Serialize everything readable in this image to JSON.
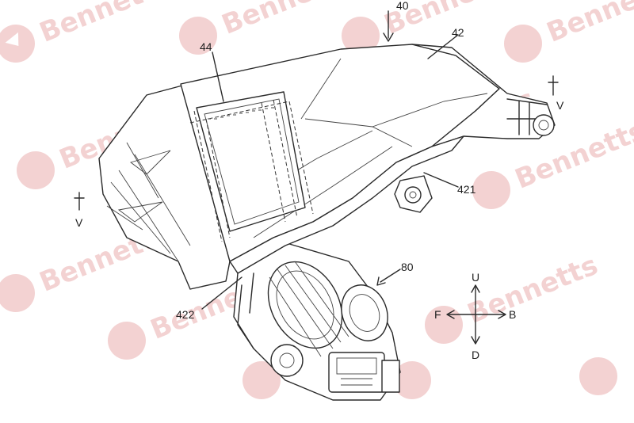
{
  "watermark": {
    "text": "Bennetts",
    "color": "#e08a8a"
  },
  "labels": {
    "part_40": "40",
    "part_42": "42",
    "part_44": "44",
    "part_421": "421",
    "part_422": "422",
    "part_80": "80",
    "section_right": "V",
    "section_left": "V"
  },
  "compass": {
    "up": "U",
    "down": "D",
    "front": "F",
    "back": "B"
  }
}
